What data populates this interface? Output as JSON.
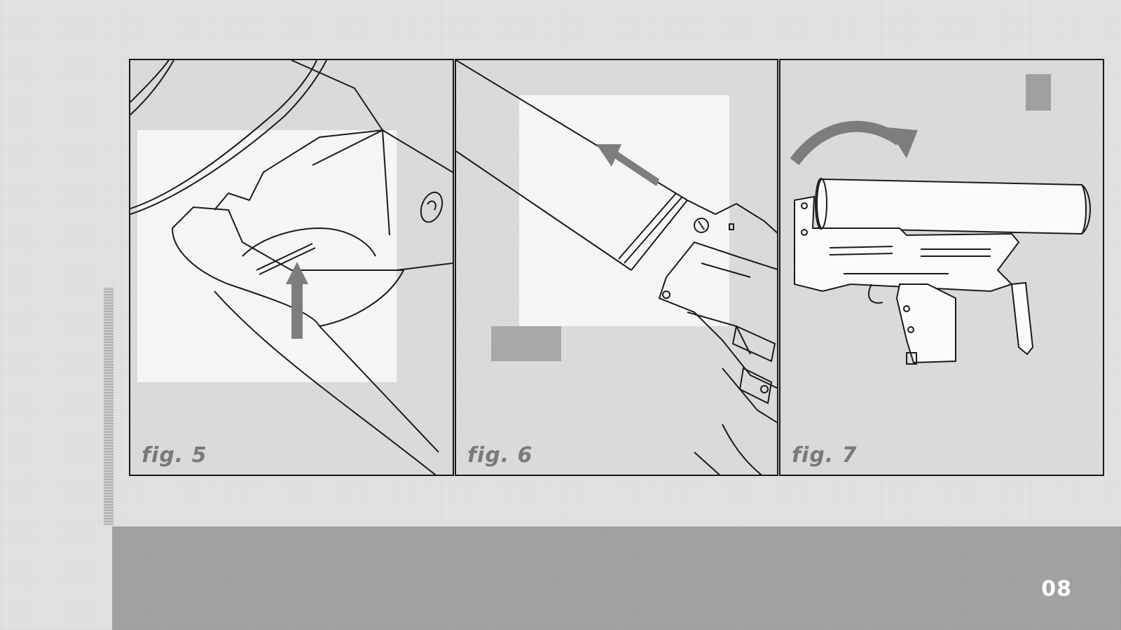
{
  "figures": [
    {
      "label": "fig. 5"
    },
    {
      "label": "fig. 6"
    },
    {
      "label": "fig. 7"
    }
  ],
  "footer": {
    "page_number": "08"
  },
  "colors": {
    "line": "#1a1a1a",
    "arrow": "#7d7d7d",
    "panel": "#dcdcdc",
    "footer": "#a3a3a3"
  }
}
